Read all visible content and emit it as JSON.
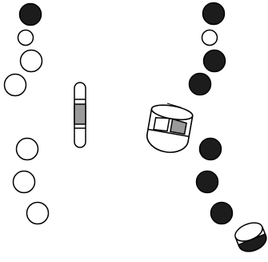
{
  "colors": {
    "background": "#ffffff",
    "outline": "#000000",
    "black_piece": "#1c1c1c",
    "white_piece": "#ffffff",
    "window_gray": "#9a9a9a"
  },
  "pieces": {
    "black": 7,
    "white": 7
  },
  "tokens": {
    "pill_left": "paddle-piece",
    "cup_center": "cup-piece",
    "cup_right": "cup-piece"
  }
}
